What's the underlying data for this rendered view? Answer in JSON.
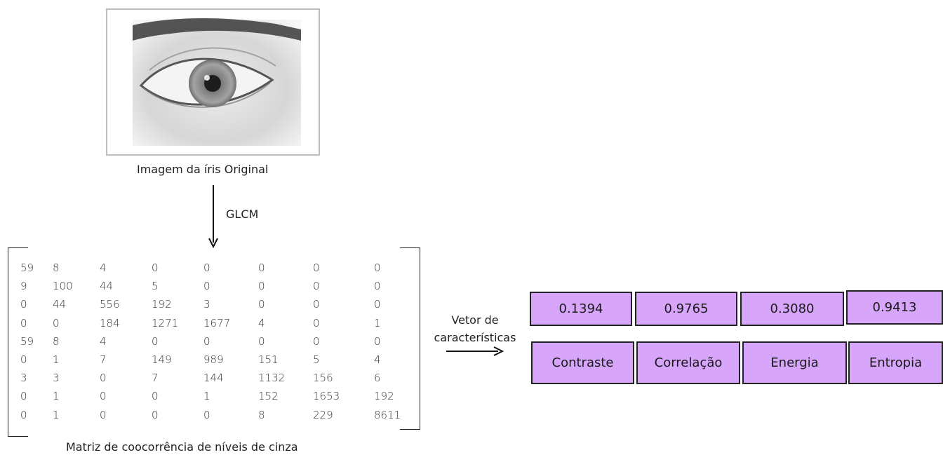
{
  "image_caption": "Imagem da íris Original",
  "arrow_label": "GLCM",
  "matrix_caption": "Matriz de coocorrência de níveis de cinza",
  "matrix": [
    [
      "59",
      "8",
      "4",
      "0",
      "0",
      "0",
      "0",
      "0"
    ],
    [
      "9",
      "100",
      "44",
      "5",
      "0",
      "0",
      "0",
      "0"
    ],
    [
      "0",
      "44",
      "556",
      "192",
      "3",
      "0",
      "0",
      "0"
    ],
    [
      "0",
      "0",
      "184",
      "1271",
      "1677",
      "4",
      "0",
      "1"
    ],
    [
      "59",
      "8",
      "4",
      "0",
      "0",
      "0",
      "0",
      "0"
    ],
    [
      "0",
      "1",
      "7",
      "149",
      "989",
      "151",
      "5",
      "4"
    ],
    [
      "3",
      "3",
      "0",
      "7",
      "144",
      "1132",
      "156",
      "6"
    ],
    [
      "0",
      "1",
      "0",
      "0",
      "1",
      "152",
      "1653",
      "192"
    ],
    [
      "0",
      "1",
      "0",
      "0",
      "0",
      "8",
      "229",
      "8611"
    ]
  ],
  "vector_label_line1": "Vetor de",
  "vector_label_line2": "características",
  "feature_values": [
    "0.1394",
    "0.9765",
    "0.3080",
    "0.9413"
  ],
  "feature_names": [
    "Contraste",
    "Correlação",
    "Energia",
    "Entropia"
  ],
  "colors": {
    "feature_box": "#d7a6fb",
    "border": "#222222"
  }
}
